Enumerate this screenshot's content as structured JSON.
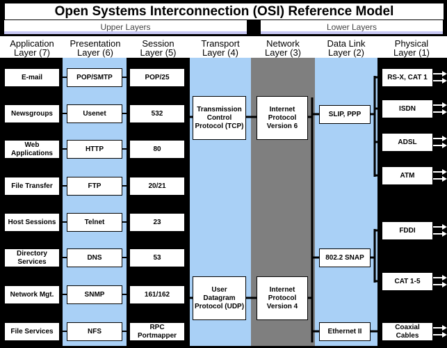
{
  "title": "Open Systems Interconnection (OSI) Reference Model",
  "groups": {
    "upper": "Upper Layers",
    "lower": "Lower Layers"
  },
  "headers": {
    "application": "Application\nLayer (7)",
    "presentation": "Presentation\nLayer (6)",
    "session": "Session\nLayer (5)",
    "transport": "Transport\nLayer (4)",
    "network": "Network\nLayer (3)",
    "datalink": "Data Link\nLayer (2)",
    "physical": "Physical\nLayer (1)"
  },
  "application": [
    "E-mail",
    "Newsgroups",
    "Web\nApplications",
    "File Transfer",
    "Host Sessions",
    "Directory\nServices",
    "Network Mgt.",
    "File Services"
  ],
  "presentation": [
    "POP/SMTP",
    "Usenet",
    "HTTP",
    "FTP",
    "Telnet",
    "DNS",
    "SNMP",
    "NFS"
  ],
  "session": [
    "POP/25",
    "532",
    "80",
    "20/21",
    "23",
    "53",
    "161/162",
    "RPC\nPortmapper"
  ],
  "transport": [
    "Transmission\nControl\nProtocol (TCP)",
    "User\nDatagram\nProtocol (UDP)"
  ],
  "network": [
    "Internet\nProtocol\nVersion 6",
    "Internet\nProtocol\nVersion 4"
  ],
  "datalink": [
    "SLIP, PPP",
    "802.2 SNAP",
    "Ethernet II"
  ],
  "physical": [
    "RS-X, CAT 1",
    "ISDN",
    "ADSL",
    "ATM",
    "FDDI",
    "CAT 1-5",
    "Coaxial\nCables"
  ],
  "colors": {
    "light_band": "#a9d0f6",
    "gray_band": "#7f7f7f",
    "group_bar": "#c8c8f4",
    "background": "#000000"
  }
}
